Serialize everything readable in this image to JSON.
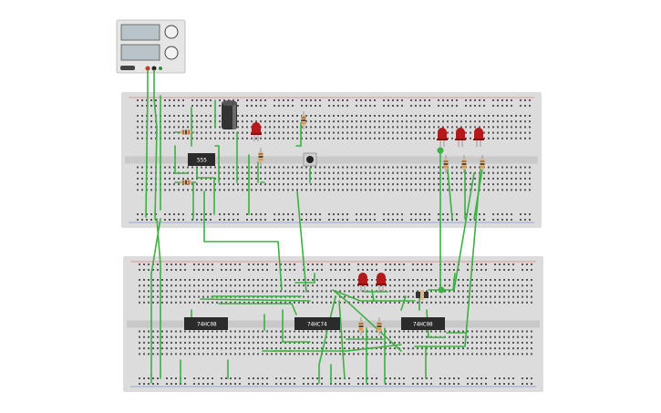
{
  "power_supply": {
    "name": "dc-power-supply",
    "knobs": 2,
    "displays": 2
  },
  "boards": [
    {
      "id": "top",
      "color": "#d9d9d9"
    },
    {
      "id": "bottom",
      "color": "#d9d9d9"
    }
  ],
  "chips": [
    {
      "id": "timer",
      "label": "555"
    },
    {
      "id": "ic1",
      "label": "74HC08"
    },
    {
      "id": "ic2",
      "label": "74HC74"
    },
    {
      "id": "ic3",
      "label": "74HC08"
    }
  ],
  "colors": {
    "wire": "#3cb043",
    "led": "#b51a1a",
    "chip": "#2b2b2b",
    "capacitor": "#333333",
    "resistor": "#d9b98a",
    "hole": "#555555",
    "board": "#dcdcdc",
    "rail_red": "#e05050",
    "rail_blue": "#5070d0"
  }
}
